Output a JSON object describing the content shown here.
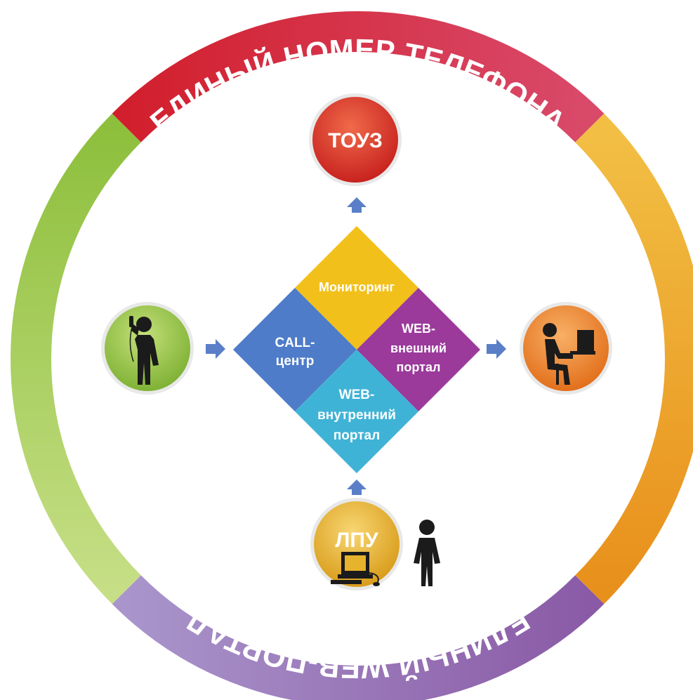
{
  "ring": {
    "top_label": "ЕДИНЫЙ НОМЕР ТЕЛЕФОНА",
    "bottom_label": "ЕДИНЫЙ WEB-ПОРТАЛ",
    "colors": {
      "top": "#d8283a",
      "right": "#f0a92a",
      "bottom": "#9a7cc0",
      "left": "#9cc850"
    }
  },
  "nodes": {
    "top": {
      "label": "ТОУЗ",
      "color": "#d9362a"
    },
    "left": {
      "icon": "person-with-phone-icon",
      "color": "#8fc03c"
    },
    "right": {
      "icon": "person-at-computer-icon",
      "color": "#ee7f22"
    },
    "bottom": {
      "label": "ЛПУ",
      "icon": "computer-icon",
      "color": "#e6b32c"
    },
    "bottom_person": {
      "icon": "person-icon"
    }
  },
  "quadrants": {
    "top": {
      "label": "Мониторинг",
      "color": "#f2c01a"
    },
    "left": {
      "line1": "CALL-",
      "line2": "центр",
      "color": "#4e7cc9"
    },
    "right": {
      "line1": "WEB-",
      "line2": "внешний",
      "line3": "портал",
      "color": "#9b3a9b"
    },
    "bottom": {
      "line1": "WEB-",
      "line2": "внутренний",
      "line3": "портал",
      "color": "#3fb3d6"
    }
  },
  "arrows": {
    "color": "#5a7fc8",
    "directions": [
      "up",
      "right",
      "right",
      "up"
    ]
  }
}
